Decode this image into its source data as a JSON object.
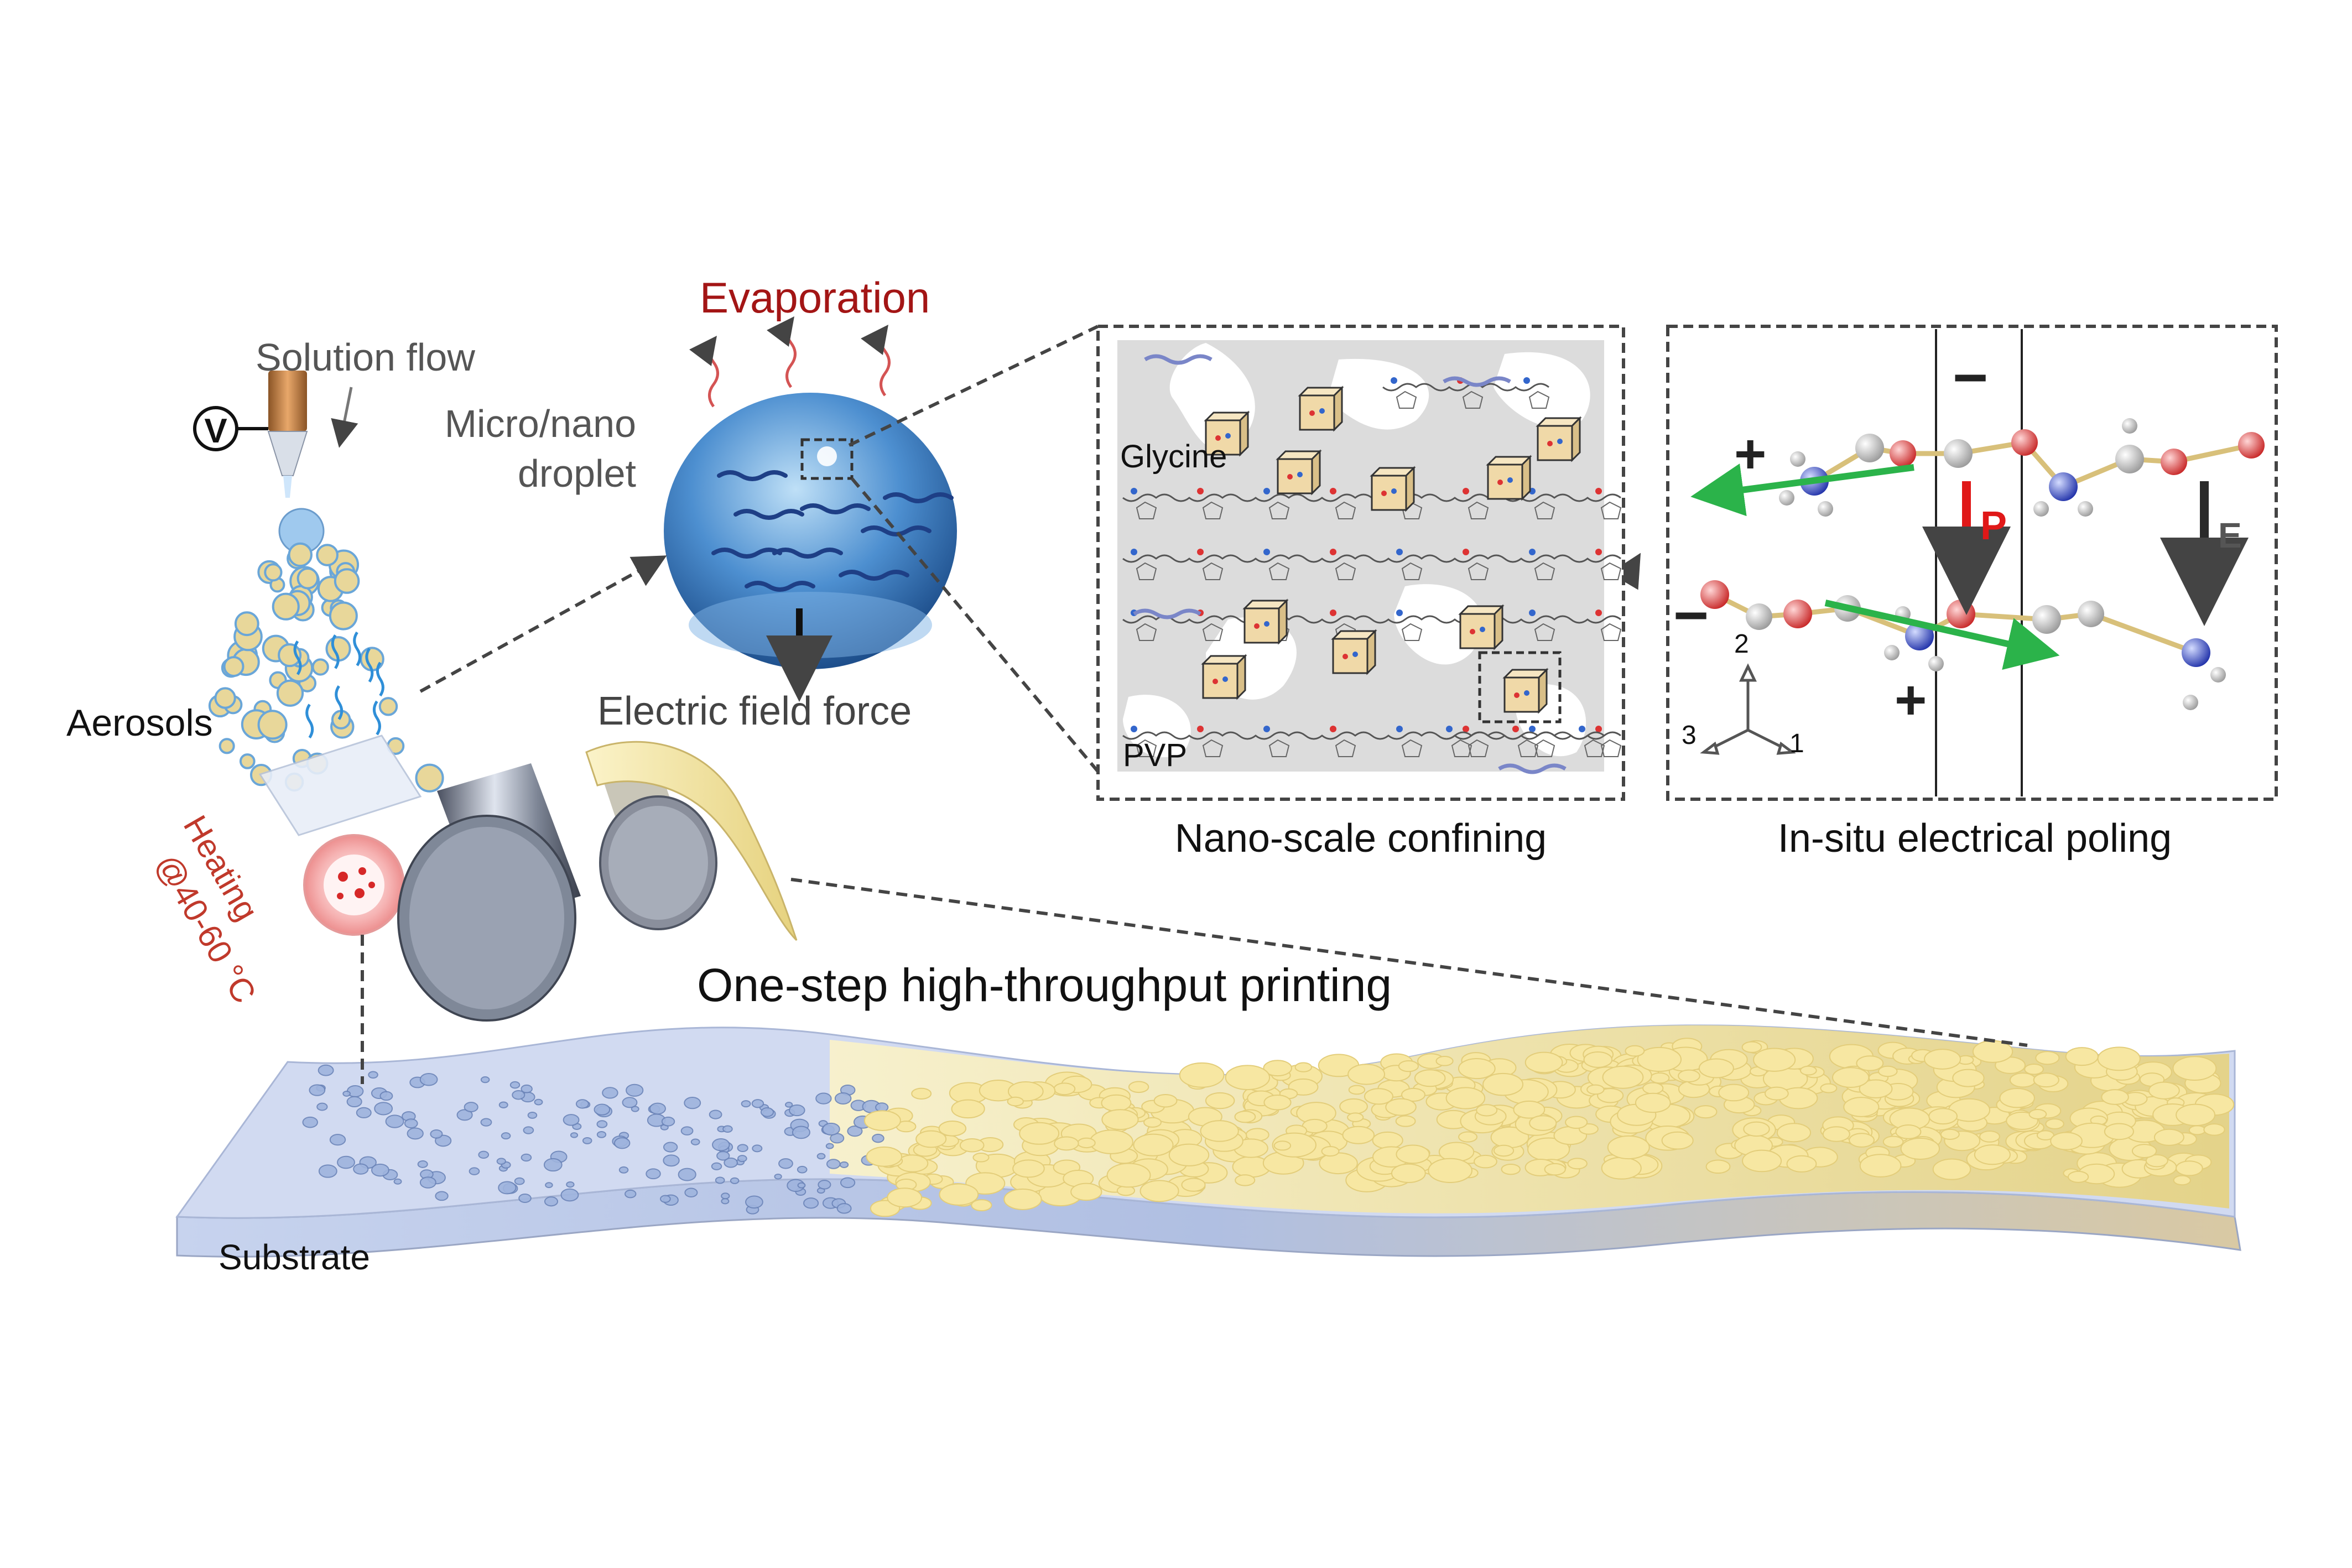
{
  "labels": {
    "evaporation": "Evaporation",
    "solution_flow": "Solution flow",
    "voltage_symbol": "V",
    "micro_nano_line1": "Micro/nano",
    "micro_nano_line2": "droplet",
    "aerosols": "Aerosols",
    "electric_field_force": "Electric field force",
    "heating_line1": "Heating",
    "heating_line2": "@40-60 °C",
    "glycine": "Glycine",
    "pvp": "PVP",
    "nano_scale_confining": "Nano-scale confining",
    "in_situ_poling": "In-situ electrical poling",
    "one_step_printing": "One-step high-throughput printing",
    "substrate": "Substrate",
    "polarization": "P",
    "field": "E",
    "axis_1": "1",
    "axis_2": "2",
    "axis_3": "3",
    "plus_sign": "+",
    "minus_sign": "−"
  },
  "colors": {
    "evaporation_text": "#a31515",
    "heating_text": "#c0392b",
    "label_gray": "#555555",
    "polarization_arrow": "#e01818",
    "field_arrow": "#2a2a2a",
    "dashed_line": "#444444",
    "glycine_box": "#f0d9a8",
    "film_yellow": "#f6e6a0",
    "substrate_blue": "#b9c8e6",
    "droplet_blue": "#4d8fd0",
    "nozzle_copper": "#c8874a"
  }
}
